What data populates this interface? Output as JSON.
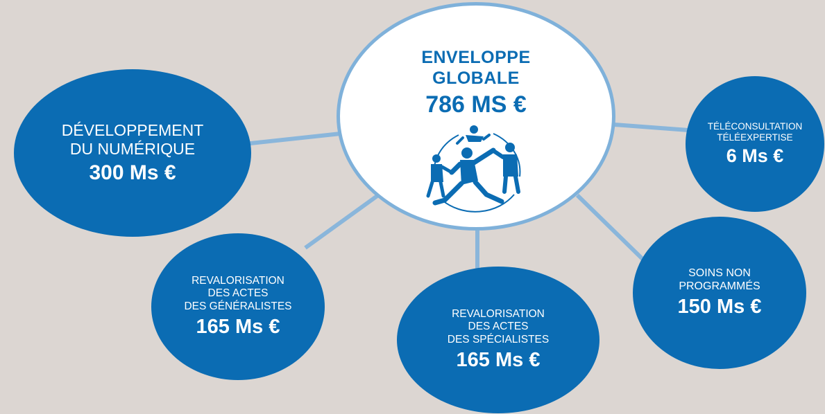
{
  "colors": {
    "background": "#dcd6d2",
    "bubble": "#0b6cb3",
    "center_fill": "#ffffff",
    "connector": "#8ab6db"
  },
  "center": {
    "title_line1": "ENVELOPPE",
    "title_line2": "GLOBALE",
    "amount": "786 MS €",
    "icon": "family-figures-icon"
  },
  "bubbles": {
    "numerique": {
      "line1": "DÉVELOPPEMENT",
      "line2": "DU NUMÉRIQUE",
      "amount": "300 Ms €"
    },
    "generalistes": {
      "line1": "REVALORISATION",
      "line2": "DES ACTES",
      "line3": "DES GÉNÉRALISTES",
      "amount": "165 Ms €"
    },
    "specialistes": {
      "line1": "REVALORISATION",
      "line2": "DES ACTES",
      "line3": "DES SPÉCIALISTES",
      "amount": "165 Ms €"
    },
    "soins": {
      "line1": "SOINS NON",
      "line2": "PROGRAMMÉS",
      "amount": "150 Ms €"
    },
    "tele": {
      "line1": "TÉLÉCONSULTATION",
      "line2": "TÉLÉEXPERTISE",
      "amount": "6 Ms €"
    }
  }
}
